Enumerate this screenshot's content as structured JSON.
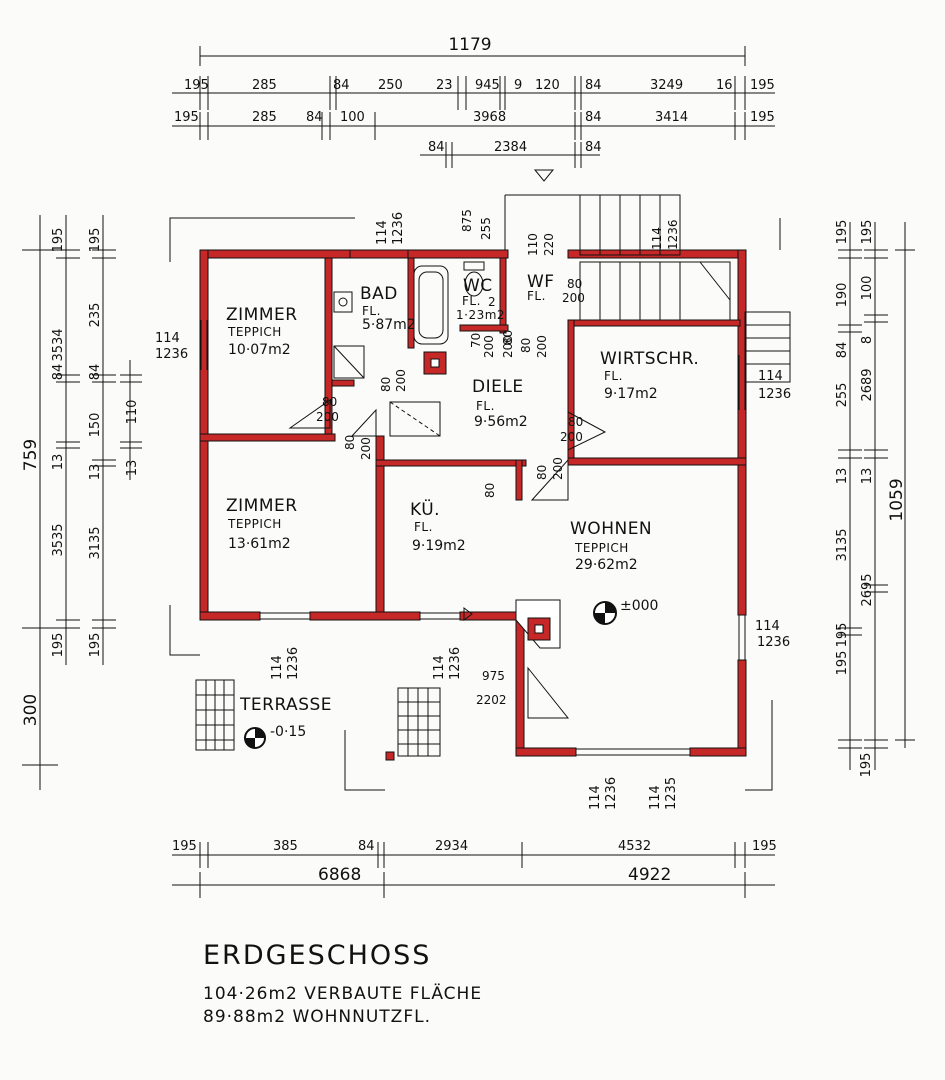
{
  "plan": {
    "title": "ERDGESCHOSS",
    "built_area": "104·26m2 VERBAUTE FLÄCHE",
    "living_area": "89·88m2 WOHNNUTZFL."
  },
  "rooms": {
    "zimmer1": {
      "name": "ZIMMER",
      "floor": "TEPPICH",
      "area": "10·07m2"
    },
    "bad": {
      "name": "BAD",
      "floor": "FL.",
      "area": "5·87m2"
    },
    "wc": {
      "name": "WC",
      "floor": "FL.",
      "area": "1·23m2"
    },
    "wf": {
      "name": "WF",
      "floor": "FL."
    },
    "wirtschr": {
      "name": "WIRTSCHR.",
      "floor": "FL.",
      "area": "9·17m2"
    },
    "diele": {
      "name": "DIELE",
      "floor": "FL.",
      "area": "9·56m2"
    },
    "zimmer2": {
      "name": "ZIMMER",
      "floor": "TEPPICH",
      "area": "13·61m2"
    },
    "kueche": {
      "name": "KÜ.",
      "floor": "FL.",
      "area": "9·19m2"
    },
    "wohnen": {
      "name": "WOHNEN",
      "floor": "TEPPICH",
      "area": "29·62m2"
    },
    "terrasse": {
      "name": "TERRASSE"
    }
  },
  "levels": {
    "main": "±000",
    "terrace": "-0·15"
  },
  "dims": {
    "total_width": "1179",
    "total_depth_left": "759",
    "total_depth_right": "1059",
    "terrace_depth": "300",
    "bottom_left": "6868",
    "bottom_right": "4922",
    "top_row1": [
      "195",
      "285",
      "84",
      "250",
      "23",
      "945",
      "9",
      "120",
      "84",
      "3249",
      "16",
      "195"
    ],
    "top_row2": [
      "195",
      "285",
      "84",
      "100",
      "3968",
      "84",
      "3414",
      "195"
    ],
    "top_row3": [
      "84",
      "2384",
      "84"
    ],
    "bottom_row": [
      "195",
      "385",
      "84",
      "2934",
      "4532",
      "195"
    ],
    "left_outer": [
      "195",
      "3534",
      "84",
      "13",
      "3535",
      "195"
    ],
    "left_inner": [
      "195",
      "235",
      "84",
      "150",
      "110",
      "13",
      "13",
      "3135",
      "195"
    ],
    "right_outer": [
      "195",
      "190",
      "84",
      "255",
      "13",
      "3135",
      "195",
      "195"
    ],
    "right_inner": [
      "195",
      "100",
      "8",
      "2689",
      "13",
      "2695",
      "195"
    ],
    "windows": [
      "114",
      "1236",
      "114",
      "1236",
      "114",
      "1236",
      "114",
      "1236",
      "114",
      "1236",
      "114",
      "1235",
      "114",
      "1236",
      "114",
      "1236"
    ],
    "doors": [
      "80",
      "200",
      "80",
      "200",
      "80",
      "200",
      "80",
      "200",
      "80",
      "200",
      "70",
      "200",
      "80",
      "200",
      "80",
      "200",
      "80",
      "200",
      "80",
      "975",
      "2202",
      "875",
      "255",
      "110",
      "220",
      "114",
      "1236",
      "2",
      "80"
    ]
  }
}
